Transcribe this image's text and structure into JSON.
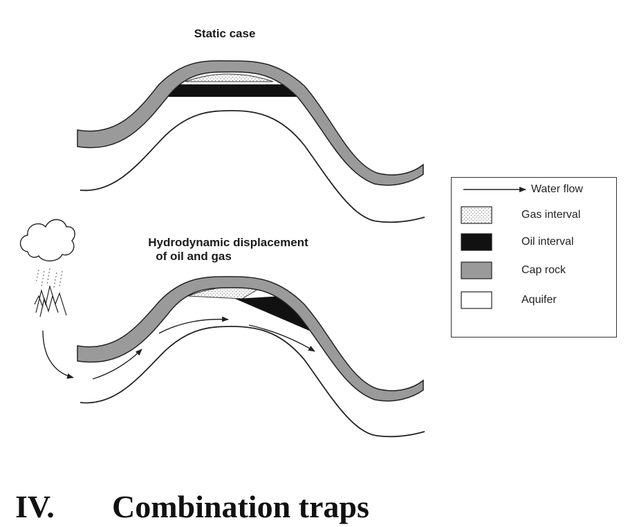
{
  "diagram": {
    "top_title": "Static case",
    "bottom_title_line1": "Hydrodynamic displacement",
    "bottom_title_line2": "of oil and gas"
  },
  "legend": {
    "water_flow": "Water flow",
    "gas_interval": "Gas interval",
    "oil_interval": "Oil interval",
    "cap_rock": "Cap rock",
    "aquifer": "Aquifer"
  },
  "colors": {
    "cap_rock": "#9a9a9a",
    "oil": "#111111",
    "gas_dot": "#8a8a8a",
    "line": "#222222"
  },
  "heading": {
    "number": "IV.",
    "title": "Combination traps"
  }
}
